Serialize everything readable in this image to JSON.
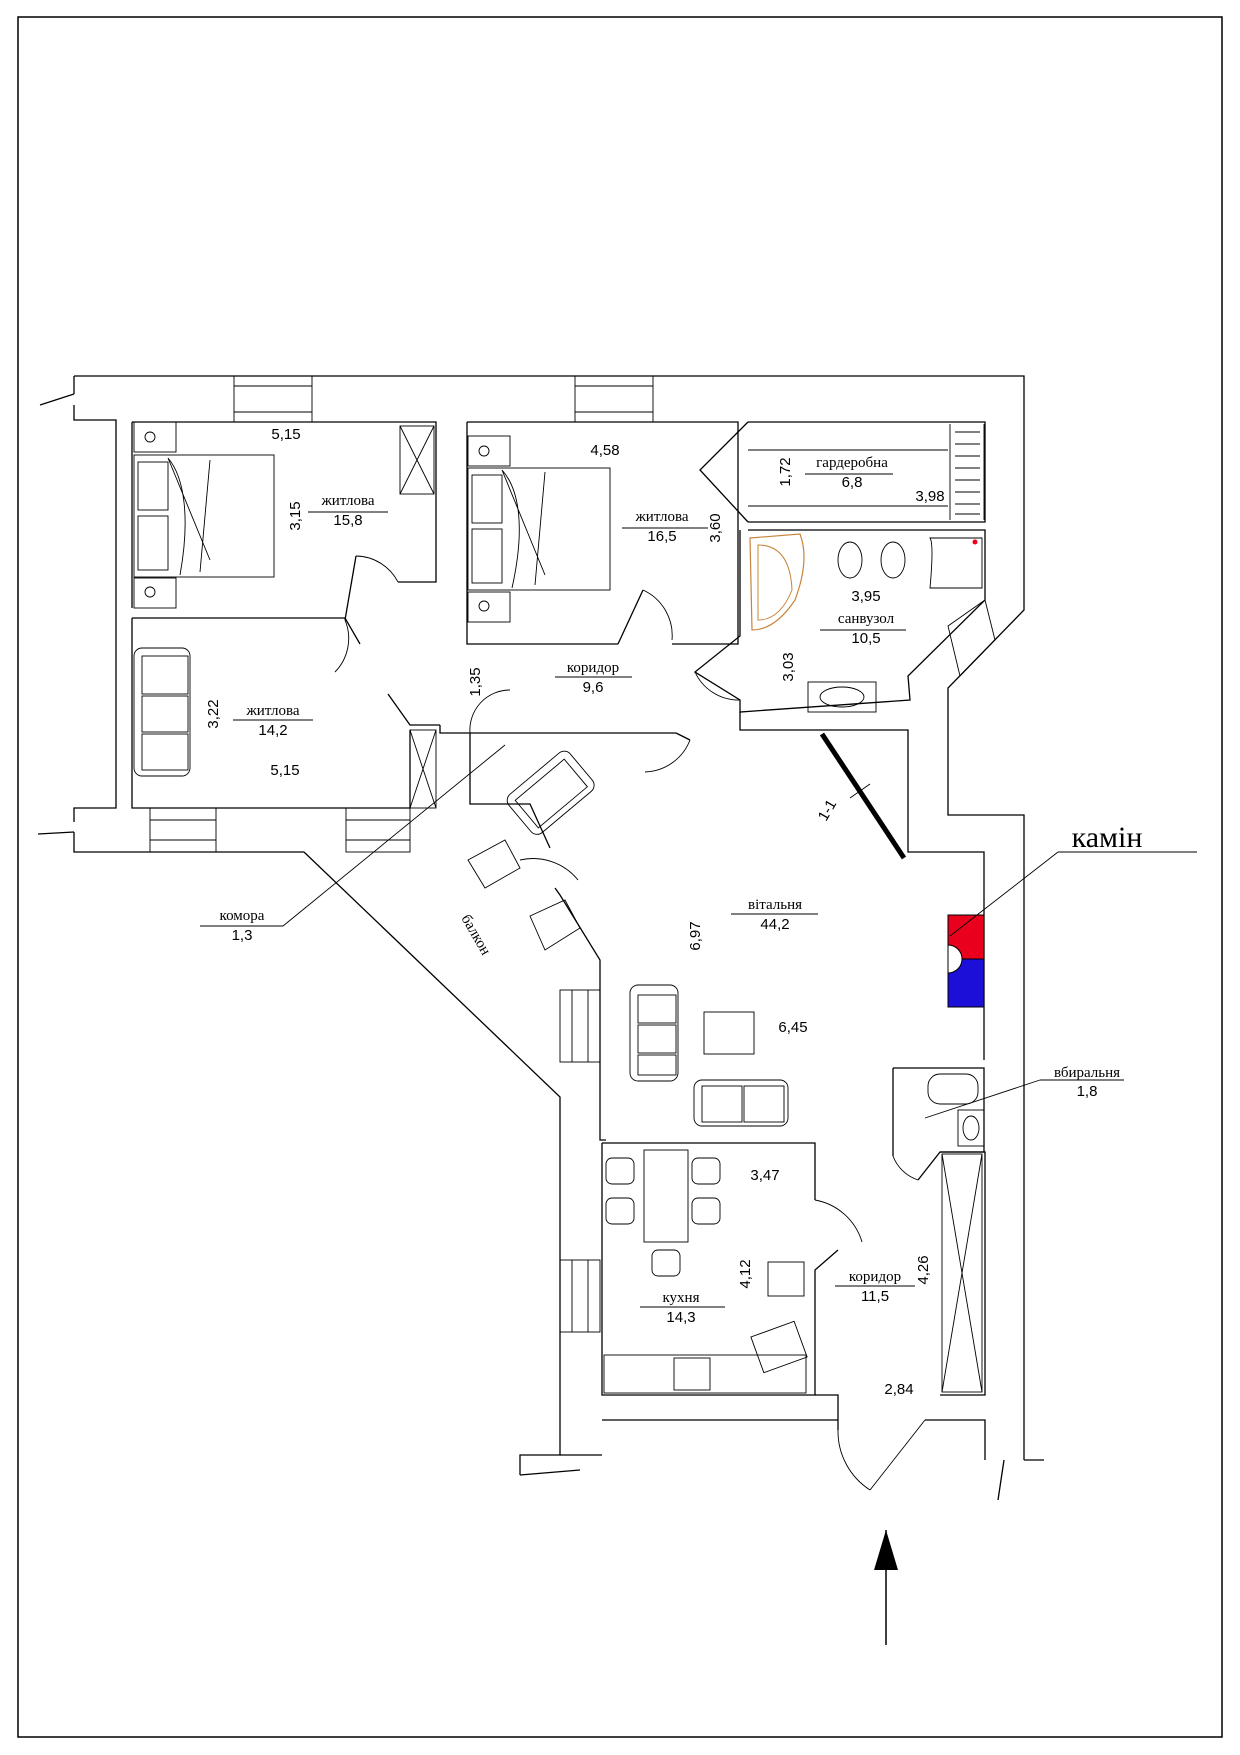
{
  "colors": {
    "fireplace_top": "#e8001c",
    "fireplace_bottom": "#1c10d8",
    "bathtub": "#c8843c"
  },
  "rooms": {
    "bedroom1": {
      "name": "житлова",
      "area": "15,8",
      "dim_w": "5,15",
      "dim_h": "3,15"
    },
    "bedroom2": {
      "name": "житлова",
      "area": "16,5",
      "dim_w": "4,58",
      "dim_h": "3,60"
    },
    "wardrobe": {
      "name": "гардеробна",
      "area": "6,8",
      "dim_w": "3,98",
      "dim_h": "1,72"
    },
    "bathroom": {
      "name": "санвузол",
      "area": "10,5",
      "dim_w": "3,95",
      "dim_h": "3,03"
    },
    "bedroom3": {
      "name": "житлова",
      "area": "14,2",
      "dim_w": "5,15",
      "dim_h": "3,22"
    },
    "corridor1": {
      "name": "коридор",
      "area": "9,6",
      "dim": "1,35"
    },
    "storage": {
      "name": "комора",
      "area": "1,3"
    },
    "balcony": {
      "name": "балкон"
    },
    "living": {
      "name": "вітальня",
      "area": "44,2",
      "dim_w": "6,45",
      "dim_h": "6,97"
    },
    "toilet": {
      "name": "вбиральня",
      "area": "1,8"
    },
    "kitchen": {
      "name": "кухня",
      "area": "14,3",
      "dim_w": "3,47",
      "dim_h": "4,12"
    },
    "corridor2": {
      "name": "коридор",
      "area": "11,5",
      "dim_w": "2,84",
      "dim_h": "4,26"
    }
  },
  "fireplace": {
    "label": "камін"
  },
  "section_mark": "1-1"
}
